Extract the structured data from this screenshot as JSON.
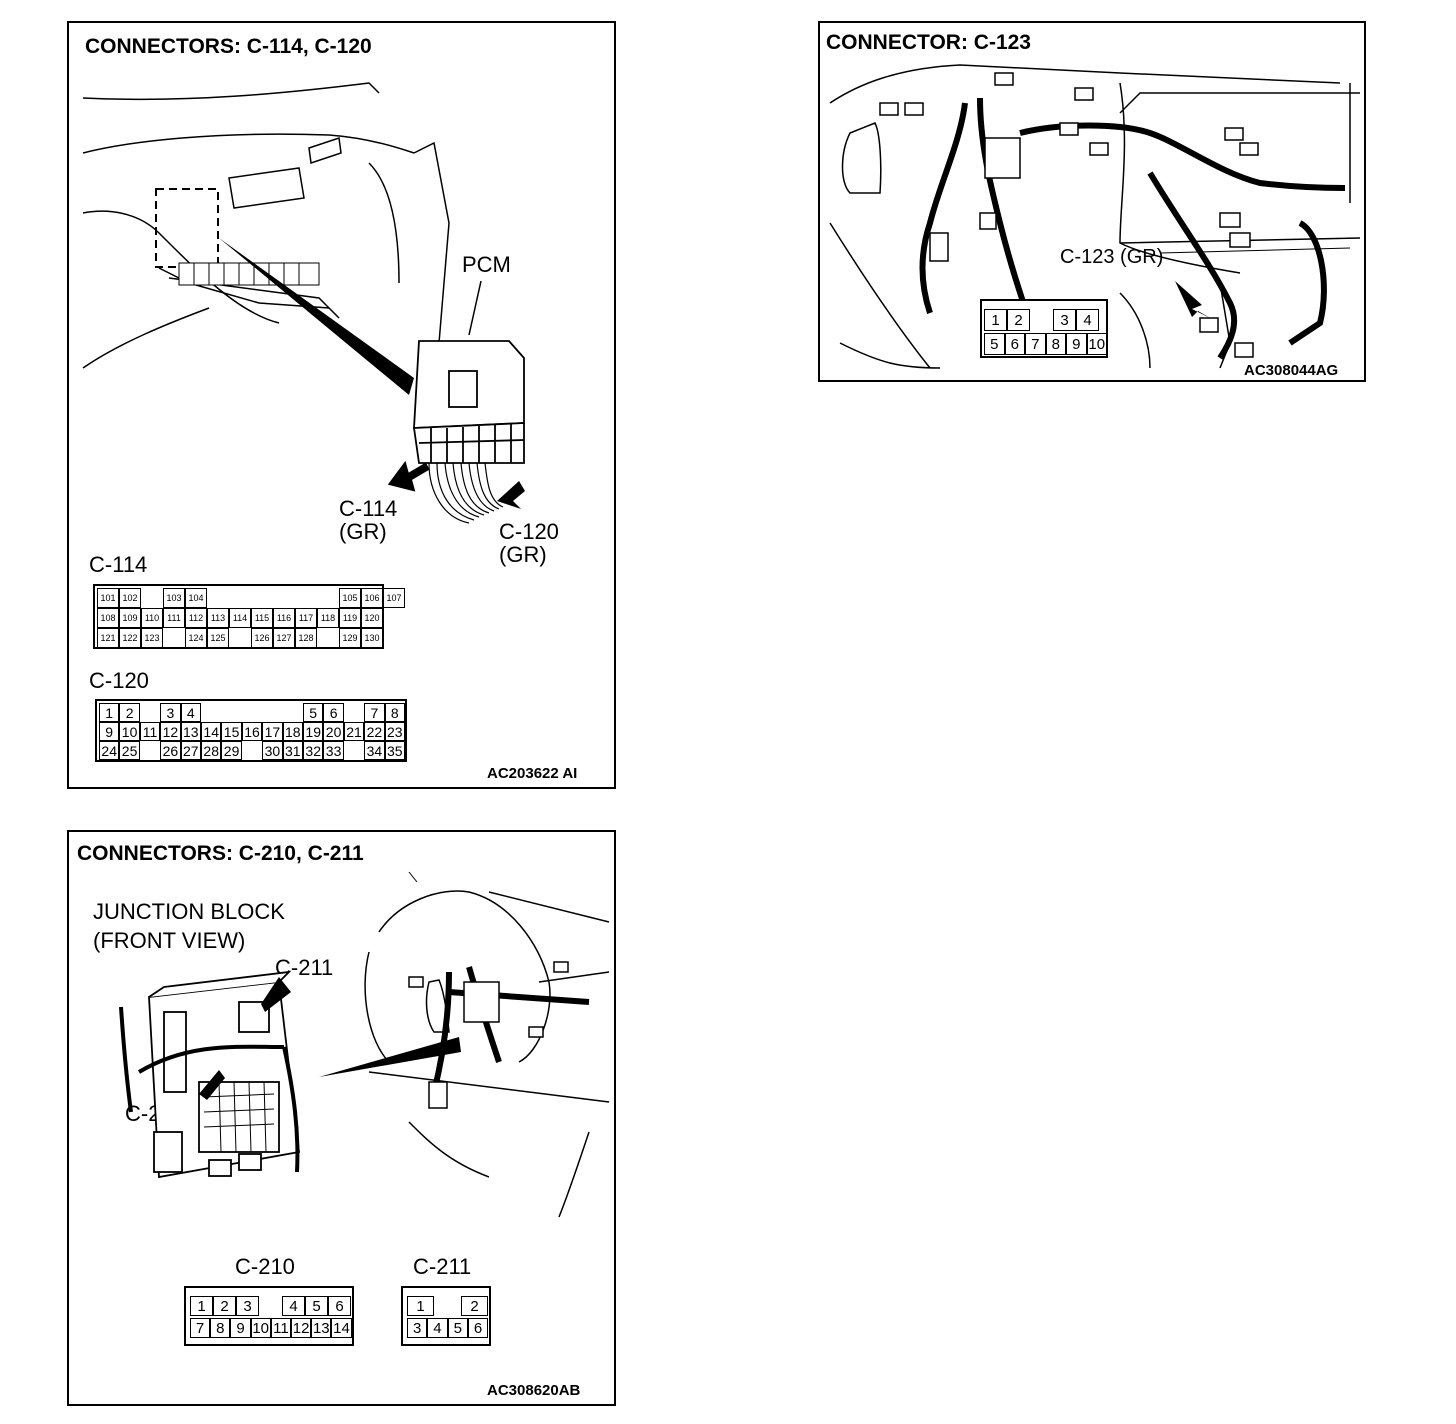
{
  "panels": {
    "pcm": {
      "title": "CONNECTORS: C-114, C-120",
      "pcm_label": "PCM",
      "c114_arrow_label": [
        "C-114",
        "(GR)"
      ],
      "c120_arrow_label": [
        "C-120",
        "(GR)"
      ],
      "c114_heading": "C-114",
      "c120_heading": "C-120",
      "code": "AC203622 AI",
      "c114_rows": [
        [
          "101",
          "102",
          "",
          "103",
          "104",
          "",
          "",
          "",
          "",
          "",
          "",
          "105",
          "106",
          "107"
        ],
        [
          "108",
          "109",
          "110",
          "111",
          "112",
          "113",
          "114",
          "115",
          "116",
          "117",
          "118",
          "119",
          "120"
        ],
        [
          "121",
          "122",
          "123",
          "",
          "124",
          "125",
          "",
          "126",
          "127",
          "128",
          "",
          "129",
          "130"
        ]
      ],
      "c120_rows": [
        [
          "1",
          "2",
          "",
          "3",
          "4",
          "",
          "",
          "",
          "",
          "",
          "5",
          "6",
          "",
          "7",
          "8"
        ],
        [
          "9",
          "10",
          "11",
          "12",
          "13",
          "14",
          "15",
          "16",
          "17",
          "18",
          "19",
          "20",
          "21",
          "22",
          "23"
        ],
        [
          "24",
          "25",
          "",
          "26",
          "27",
          "28",
          "29",
          "",
          "30",
          "31",
          "32",
          "33",
          "",
          "34",
          "35"
        ]
      ]
    },
    "c123": {
      "title": "CONNECTOR: C-123",
      "arrow_label": "C-123 (GR)",
      "code": "AC308044AG",
      "top_row": [
        "1",
        "2",
        "",
        "3",
        "4"
      ],
      "bottom_row": [
        "5",
        "6",
        "7",
        "8",
        "9",
        "10"
      ]
    },
    "junction": {
      "title": "CONNECTORS: C-210, C-211",
      "block_label_1": "JUNCTION BLOCK",
      "block_label_2": "(FRONT VIEW)",
      "c211_arrow_label": "C-211",
      "c210_arrow_label": "C-210",
      "c210_heading": "C-210",
      "c211_heading": "C-211",
      "code": "AC308620AB",
      "c210_top": [
        "1",
        "2",
        "3",
        "",
        "4",
        "5",
        "6"
      ],
      "c210_bottom": [
        "7",
        "8",
        "9",
        "10",
        "11",
        "12",
        "13",
        "14"
      ],
      "c211_top": [
        "1",
        "",
        "2"
      ],
      "c211_bottom": [
        "3",
        "4",
        "5",
        "6"
      ]
    }
  }
}
